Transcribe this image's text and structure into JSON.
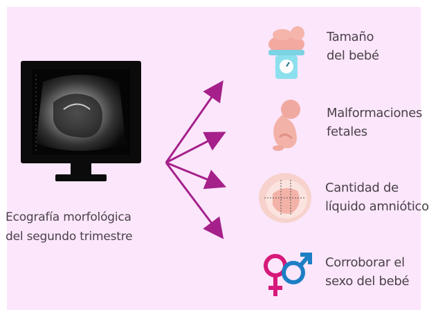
{
  "left": {
    "caption_line1": "Ecografía morfológica",
    "caption_line2": "del segundo trimestre"
  },
  "items": [
    {
      "line1": "Tamaño",
      "line2": "del bebé",
      "icon": "baby-scale-icon"
    },
    {
      "line1": "Malformaciones",
      "line2": "fetales",
      "icon": "fetus-icon"
    },
    {
      "line1": "Cantidad de",
      "line2": "líquido amniótico",
      "icon": "amniotic-fluid-icon"
    },
    {
      "line1": "Corroborar el",
      "line2": "sexo del bebé",
      "icon": "gender-symbols-icon"
    }
  ],
  "colors": {
    "background": "#fbe6fb",
    "arrows": "#a5208a",
    "text": "#4a4248",
    "female_symbol": "#d6197a",
    "male_symbol": "#1d7ec4"
  }
}
